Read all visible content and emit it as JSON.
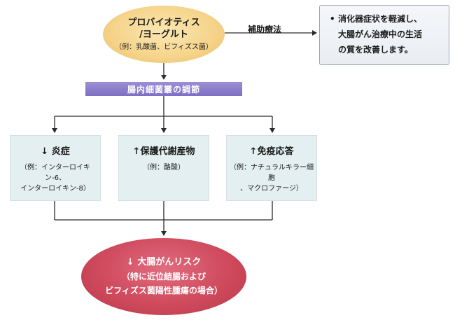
{
  "top_node": {
    "line1": "プロバイオティス",
    "line2": "/ヨーグルト",
    "example": "（例：乳酸菌、ビフィズス菌）"
  },
  "edge_label": "補助療法",
  "note": {
    "bullet": "•",
    "lines": [
      "消化器症状を軽減し、",
      "大腸がん治療中の生活",
      "の質を改善します。"
    ]
  },
  "banner": "腸内細菌叢の調節",
  "effects": [
    {
      "title": "↓ 炎症",
      "sub1": "（例：インターロイキン-6、",
      "sub2": "インターロイキン-8）"
    },
    {
      "title": "↑保護代謝産物",
      "sub1": "（例：酪酸）",
      "sub2": ""
    },
    {
      "title": "↑免疫応答",
      "sub1": "（例：ナチュラルキラー細胞",
      "sub2": "、マクロファージ）"
    }
  ],
  "outcome": {
    "line1": "↓ 大腸がんリスク",
    "line2": "（特に近位結腸および",
    "line3": "ビフィズス菌陽性腫瘍の場合）"
  },
  "colors": {
    "arrow": "#2b2b2b",
    "banner": "#8a7bcb",
    "top_ellipse": "#f6d58d",
    "effect_box": "#e3eff0",
    "outcome_ellipse": "#cf4a5d"
  }
}
